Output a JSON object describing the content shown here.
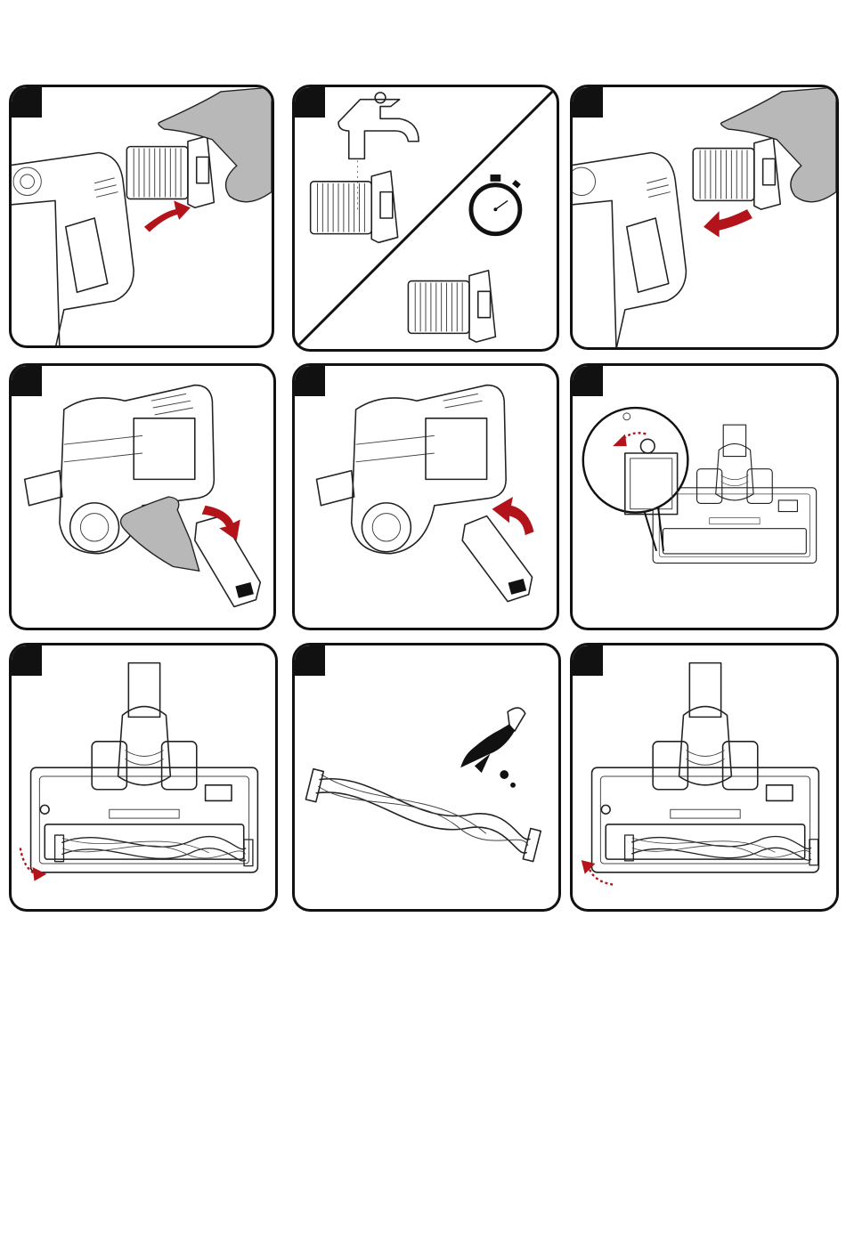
{
  "page": {
    "background": "#ffffff",
    "accent_color": "#b3141c",
    "border_color": "#111111"
  },
  "panels": [
    {
      "id": 1,
      "depicts": "remove-filter",
      "icons": [
        "vacuum-handle-icon",
        "filter-icon",
        "hand-icon",
        "arrow-out-icon"
      ]
    },
    {
      "id": 2,
      "depicts": "wash-filter-and-dry",
      "icons": [
        "water-tap-icon",
        "filter-icon",
        "stopwatch-icon"
      ]
    },
    {
      "id": 3,
      "depicts": "reinsert-filter",
      "icons": [
        "vacuum-handle-icon",
        "filter-icon",
        "hand-icon",
        "arrow-in-icon"
      ]
    },
    {
      "id": 4,
      "depicts": "remove-dust-bin",
      "icons": [
        "vacuum-body-icon",
        "hand-icon",
        "bin-icon",
        "arrow-down-icon"
      ]
    },
    {
      "id": 5,
      "depicts": "reattach-dust-bin",
      "icons": [
        "vacuum-body-icon",
        "bin-icon",
        "arrow-up-icon"
      ]
    },
    {
      "id": 6,
      "depicts": "unlock-brush-head",
      "icons": [
        "floor-head-icon",
        "magnifier-icon",
        "rotate-arrow-icon"
      ]
    },
    {
      "id": 7,
      "depicts": "remove-brush-roll",
      "icons": [
        "floor-head-icon",
        "brush-roll-icon",
        "rotate-arrow-icon"
      ]
    },
    {
      "id": 8,
      "depicts": "clean-brush-roll",
      "icons": [
        "brush-roll-icon",
        "brush-icon"
      ]
    },
    {
      "id": 9,
      "depicts": "reinsert-brush-roll",
      "icons": [
        "floor-head-icon",
        "brush-roll-icon",
        "rotate-arrow-icon"
      ]
    }
  ]
}
